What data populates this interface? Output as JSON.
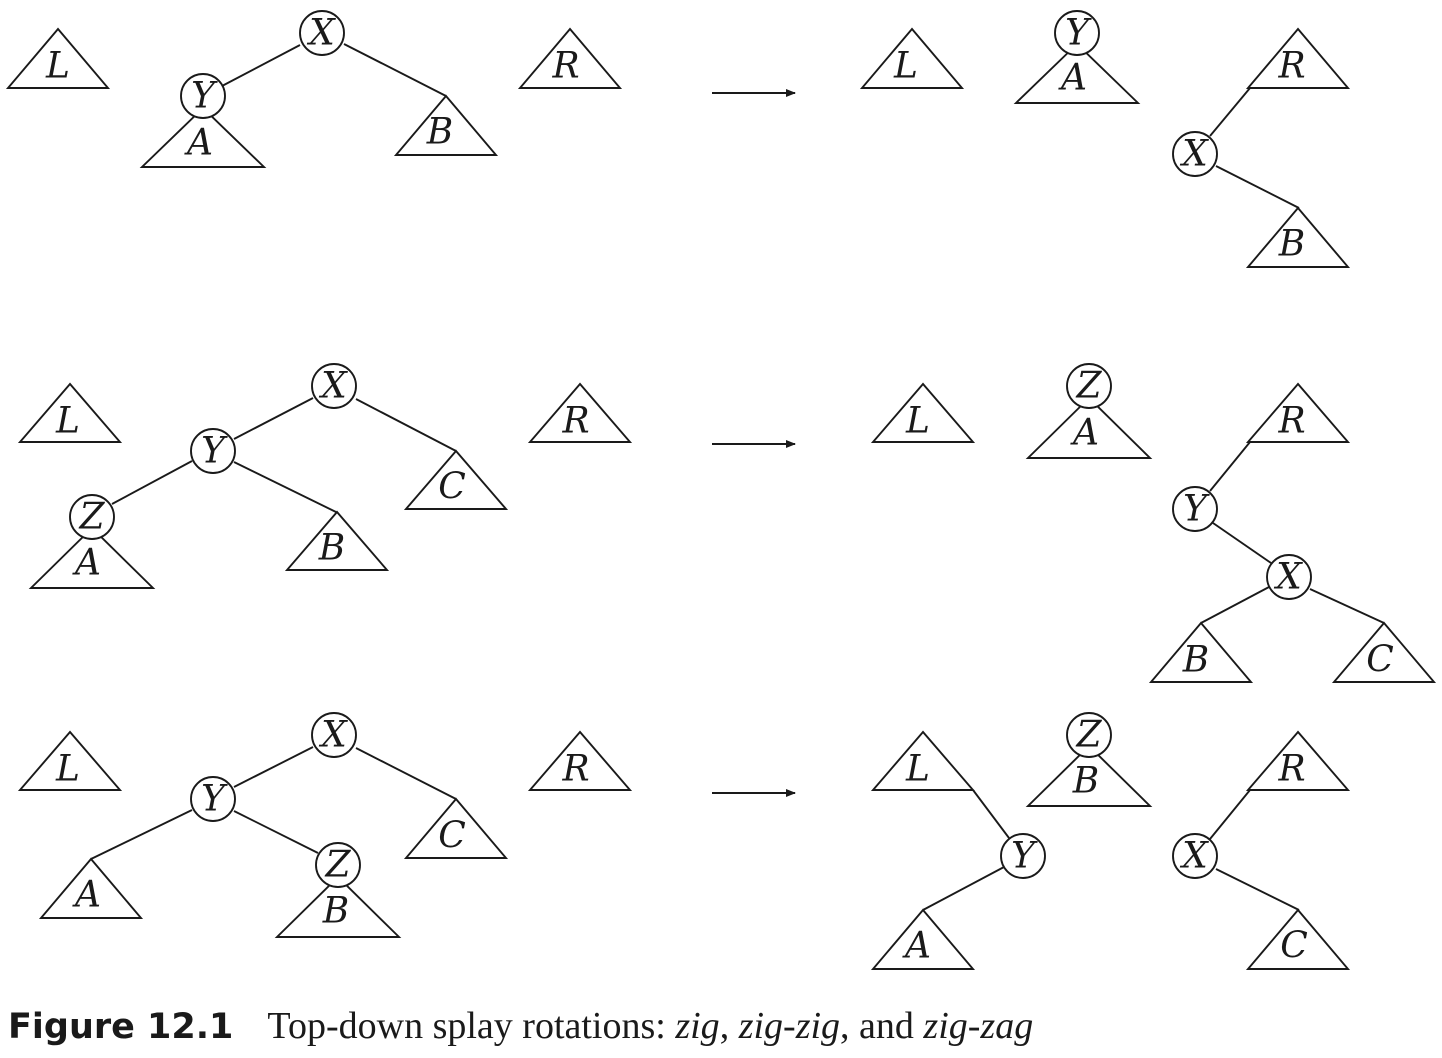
{
  "caption": {
    "figure_number": "Figure 12.1",
    "prefix": "Top-down splay rotations: ",
    "term_zig": "zig",
    "sep1": ", ",
    "term_zigzig": "zig-zig",
    "sep2": ", and ",
    "term_zigzag": "zig-zag"
  },
  "labels": {
    "L": "L",
    "R": "R",
    "X": "X",
    "Y": "Y",
    "Z": "Z",
    "A": "A",
    "B": "B",
    "C": "C"
  }
}
